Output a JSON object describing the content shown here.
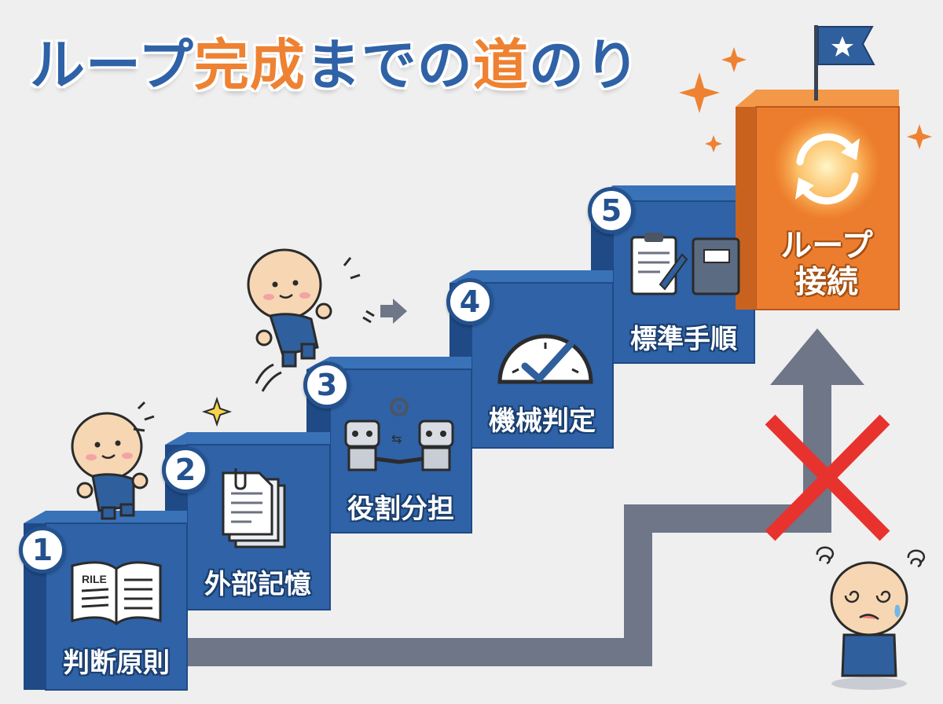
{
  "title": {
    "part1": "ループ",
    "part2": "完成",
    "part3": "までの",
    "part4": "道",
    "part5": "のり"
  },
  "steps": [
    {
      "number": "1",
      "label": "判断原則",
      "icon": "open-book-icon",
      "icon_text": "RILE"
    },
    {
      "number": "2",
      "label": "外部記憶",
      "icon": "documents-icon"
    },
    {
      "number": "3",
      "label": "役割分担",
      "icon": "robots-handshake-icon"
    },
    {
      "number": "4",
      "label": "機械判定",
      "icon": "gauge-check-icon"
    },
    {
      "number": "5",
      "label": "標準手順",
      "icon": "clipboard-manual-icon"
    }
  ],
  "goal": {
    "line1": "ループ",
    "line2": "接続",
    "icon": "loop-arrows-icon",
    "flag_icon": "star-flag-icon"
  },
  "colors": {
    "step_blue": "#2f62a6",
    "step_blue_dark": "#1f4a85",
    "goal_orange": "#ec7d2e",
    "path_gray": "#6e7688",
    "cross_red": "#e8322e",
    "title_blue": "#2f62a6",
    "title_orange": "#ee8232"
  }
}
